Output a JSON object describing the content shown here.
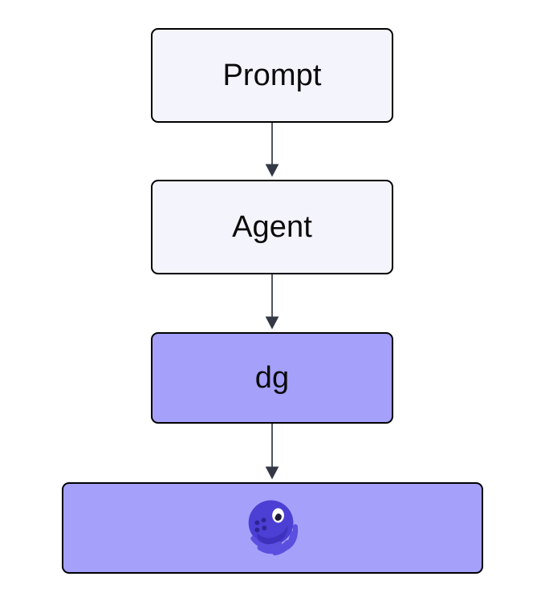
{
  "diagram": {
    "type": "flowchart",
    "direction": "top-to-bottom",
    "background_color": "#ffffff",
    "nodes": [
      {
        "id": "prompt",
        "label": "Prompt",
        "style": "plain",
        "fill_color": "#f4f4fd",
        "stroke_color": "#000000"
      },
      {
        "id": "agent",
        "label": "Agent",
        "style": "plain",
        "fill_color": "#f4f4fd",
        "stroke_color": "#000000"
      },
      {
        "id": "dg",
        "label": "dg",
        "style": "highlight",
        "fill_color": "#a5a0fa",
        "stroke_color": "#000000"
      },
      {
        "id": "octopus",
        "label": "",
        "icon": "octopus-icon",
        "style": "highlight",
        "fill_color": "#a5a0fa",
        "stroke_color": "#000000"
      }
    ],
    "edges": [
      {
        "from": "prompt",
        "to": "agent",
        "arrow": "filled-triangle",
        "color": "#333844"
      },
      {
        "from": "agent",
        "to": "dg",
        "arrow": "filled-triangle",
        "color": "#333844"
      },
      {
        "from": "dg",
        "to": "octopus",
        "arrow": "filled-triangle",
        "color": "#333844"
      }
    ],
    "icon_colors": {
      "octopus_body": "#4b3fd4",
      "octopus_tentacle": "#5b4fe0",
      "octopus_shadow": "#3d31bd",
      "octopus_eye_white": "#ffffff",
      "octopus_pupil": "#1d1b35"
    }
  }
}
